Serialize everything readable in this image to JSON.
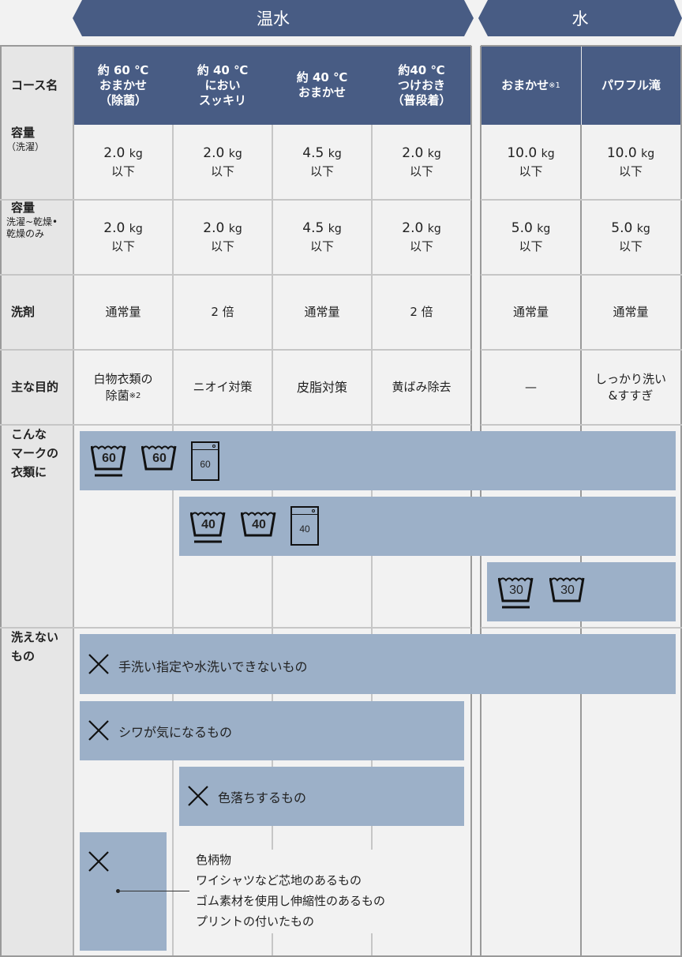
{
  "banners": {
    "hot_water": "温水",
    "water": "水"
  },
  "row_labels": {
    "course": "コース名",
    "capacity_wash": "容量",
    "capacity_wash_sub": "（洗濯）",
    "capacity_dry": "容量",
    "capacity_dry_sub1": "洗濯~乾燥•",
    "capacity_dry_sub2": "乾燥のみ",
    "detergent": "洗剤",
    "purpose": "主な目的",
    "marks1": "こんな",
    "marks2": "マークの",
    "marks3": "衣類に",
    "cannot1": "洗えない",
    "cannot2": "もの"
  },
  "courses": [
    {
      "line1": "約 60 ℃",
      "line2": "おまかせ",
      "line3": "（除菌）",
      "cap_wash": "2.0",
      "cap_dry": "2.0",
      "detergent": "通常量",
      "purpose1": "白物衣類の",
      "purpose2": "除菌",
      "purpose_note": "※2"
    },
    {
      "line1": "約 40 ℃",
      "line2": "におい",
      "line3": "スッキリ",
      "cap_wash": "2.0",
      "cap_dry": "2.0",
      "detergent": "2 倍",
      "purpose1": "ニオイ対策",
      "purpose2": ""
    },
    {
      "line1": "約 40 ℃",
      "line2": "おまかせ",
      "line3": "",
      "cap_wash": "4.5",
      "cap_dry": "4.5",
      "detergent": "通常量",
      "purpose1": "皮脂対策",
      "purpose2": ""
    },
    {
      "line1": "約40 ℃",
      "line2": "つけおき",
      "line3": "（普段着）",
      "cap_wash": "2.0",
      "cap_dry": "2.0",
      "detergent": "2 倍",
      "purpose1": "黄ばみ除去",
      "purpose2": ""
    },
    {
      "line1": "おまかせ",
      "note": "※1",
      "cap_wash": "10.0",
      "cap_dry": "5.0",
      "detergent": "通常量",
      "purpose1": "—",
      "purpose2": ""
    },
    {
      "line1": "パワフル滝",
      "cap_wash": "10.0",
      "cap_dry": "5.0",
      "detergent": "通常量",
      "purpose1": "しっかり洗い",
      "purpose2": "&すすぎ"
    }
  ],
  "units": {
    "kg": "kg",
    "below": "以下"
  },
  "care_marks": {
    "row60": [
      "60",
      "60",
      "60"
    ],
    "row40": [
      "40",
      "40",
      "40"
    ],
    "row30": [
      "30",
      "30"
    ]
  },
  "cannot_wash": {
    "item1": "手洗い指定や水洗いできないもの",
    "item2": "シワが気になるもの",
    "item3": "色落ちするもの",
    "list": [
      "色柄物",
      "ワイシャツなど芯地のあるもの",
      "ゴム素材を使用し伸縮性のあるもの",
      "プリントの付いたもの"
    ]
  },
  "colors": {
    "header": "#485c84",
    "band": "#9cb0c8",
    "background": "#f2f2f2",
    "label_bg": "#e6e6e6"
  }
}
